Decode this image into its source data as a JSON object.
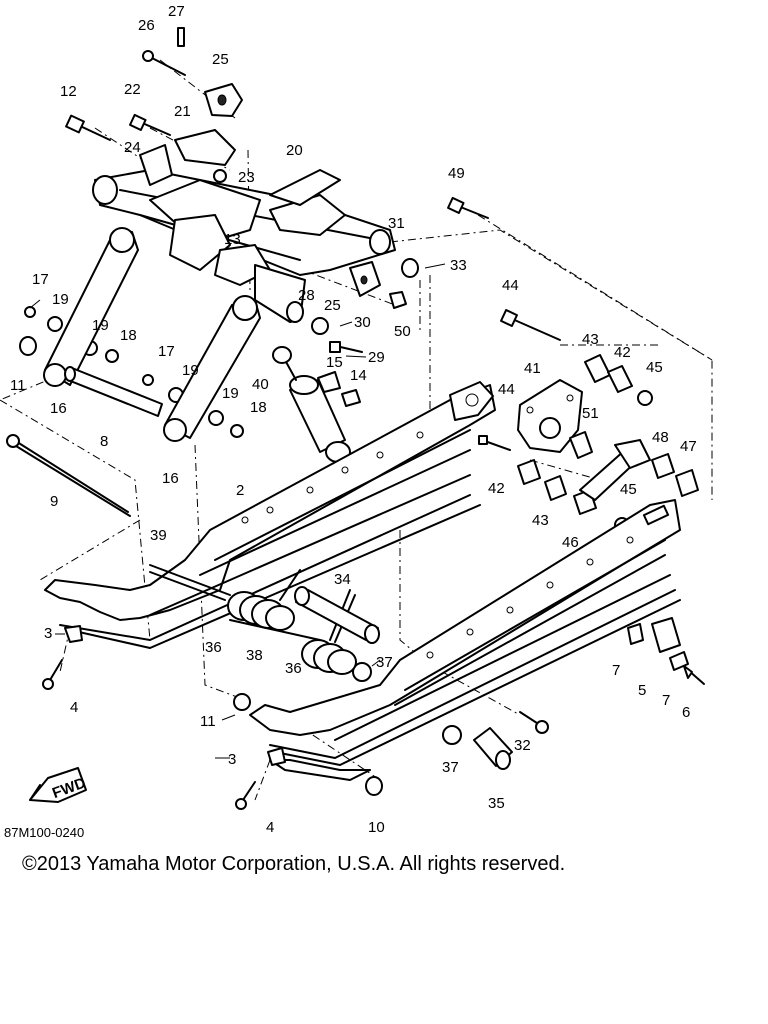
{
  "diagram": {
    "code": "87M100-0240",
    "copyright": "©2013 Yamaha Motor Corporation, U.S.A. All rights reserved.",
    "fwd_label": "FWD",
    "parts": [
      {
        "id": "p27",
        "num": "27"
      },
      {
        "id": "p26",
        "num": "26"
      },
      {
        "id": "p25a",
        "num": "25"
      },
      {
        "id": "p12",
        "num": "12"
      },
      {
        "id": "p22",
        "num": "22"
      },
      {
        "id": "p21",
        "num": "21"
      },
      {
        "id": "p24",
        "num": "24"
      },
      {
        "id": "p20",
        "num": "20"
      },
      {
        "id": "p23",
        "num": "23"
      },
      {
        "id": "p49",
        "num": "49"
      },
      {
        "id": "p31",
        "num": "31"
      },
      {
        "id": "p13",
        "num": "13"
      },
      {
        "id": "p33",
        "num": "33"
      },
      {
        "id": "p17a",
        "num": "17"
      },
      {
        "id": "p19a",
        "num": "19"
      },
      {
        "id": "p25b",
        "num": "25"
      },
      {
        "id": "p28",
        "num": "28"
      },
      {
        "id": "p44a",
        "num": "44"
      },
      {
        "id": "p50",
        "num": "50"
      },
      {
        "id": "p30",
        "num": "30"
      },
      {
        "id": "p19b",
        "num": "19"
      },
      {
        "id": "p18a",
        "num": "18"
      },
      {
        "id": "p17b",
        "num": "17"
      },
      {
        "id": "p43a",
        "num": "43"
      },
      {
        "id": "p42a",
        "num": "42"
      },
      {
        "id": "p29",
        "num": "29"
      },
      {
        "id": "p15",
        "num": "15"
      },
      {
        "id": "p45a",
        "num": "45"
      },
      {
        "id": "p11a",
        "num": "11"
      },
      {
        "id": "p19c",
        "num": "19"
      },
      {
        "id": "p41",
        "num": "41"
      },
      {
        "id": "p14",
        "num": "14"
      },
      {
        "id": "p40",
        "num": "40"
      },
      {
        "id": "p16a",
        "num": "16"
      },
      {
        "id": "p19d",
        "num": "19"
      },
      {
        "id": "p44b",
        "num": "44"
      },
      {
        "id": "p18b",
        "num": "18"
      },
      {
        "id": "p51",
        "num": "51"
      },
      {
        "id": "p8",
        "num": "8"
      },
      {
        "id": "p48",
        "num": "48"
      },
      {
        "id": "p47",
        "num": "47"
      },
      {
        "id": "p16b",
        "num": "16"
      },
      {
        "id": "p42b",
        "num": "42"
      },
      {
        "id": "p45b",
        "num": "45"
      },
      {
        "id": "p9",
        "num": "9"
      },
      {
        "id": "p2",
        "num": "2"
      },
      {
        "id": "p43b",
        "num": "43"
      },
      {
        "id": "p46",
        "num": "46"
      },
      {
        "id": "p39",
        "num": "39"
      },
      {
        "id": "p34",
        "num": "34"
      },
      {
        "id": "p3a",
        "num": "3"
      },
      {
        "id": "p36a",
        "num": "36"
      },
      {
        "id": "p38",
        "num": "38"
      },
      {
        "id": "p36b",
        "num": "36"
      },
      {
        "id": "p37a",
        "num": "37"
      },
      {
        "id": "p7a",
        "num": "7"
      },
      {
        "id": "p5",
        "num": "5"
      },
      {
        "id": "p7b",
        "num": "7"
      },
      {
        "id": "p6",
        "num": "6"
      },
      {
        "id": "p4a",
        "num": "4"
      },
      {
        "id": "p11b",
        "num": "11"
      },
      {
        "id": "p32",
        "num": "32"
      },
      {
        "id": "p3b",
        "num": "3"
      },
      {
        "id": "p37b",
        "num": "37"
      },
      {
        "id": "p35",
        "num": "35"
      },
      {
        "id": "p4b",
        "num": "4"
      },
      {
        "id": "p10",
        "num": "10"
      }
    ]
  }
}
